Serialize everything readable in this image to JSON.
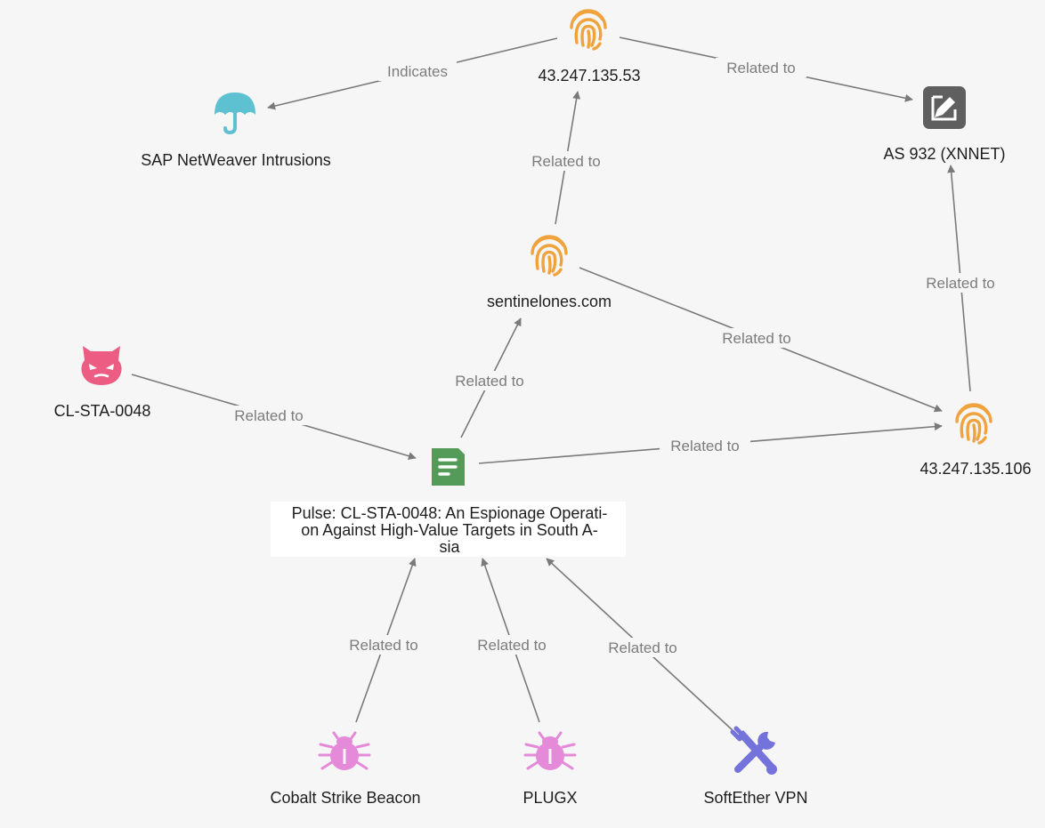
{
  "colors": {
    "edge": "#7a7a7a",
    "ip": "#f0a23c",
    "domain": "#f0a23c",
    "campaign": "#5ec1d1",
    "asn": "#5f5f5f",
    "actor": "#ec5c83",
    "pulse": "#549a58",
    "malware": "#e48ad9",
    "tool": "#7472db"
  },
  "nodes": {
    "ip1": {
      "label": "43.247.135.53",
      "icon": "fingerprint-icon"
    },
    "sap": {
      "label": "SAP NetWeaver Intrusions",
      "icon": "umbrella-icon"
    },
    "asn": {
      "label": "AS 932 (XNNET)",
      "icon": "edit-square-icon"
    },
    "domain": {
      "label": "sentinelones.com",
      "icon": "fingerprint-icon"
    },
    "actor": {
      "label": "CL-STA-0048",
      "icon": "devil-face-icon"
    },
    "ip2": {
      "label": "43.247.135.106",
      "icon": "fingerprint-icon"
    },
    "pulse": {
      "label_lines": [
        "Pulse: CL-STA-0048: An Espionage Operati-",
        "on Against High-Value Targets in South A-",
        "sia"
      ],
      "icon": "document-icon"
    },
    "cobalt": {
      "label": "Cobalt Strike Beacon",
      "icon": "bug-icon"
    },
    "plugx": {
      "label": "PLUGX",
      "icon": "bug-icon"
    },
    "softether": {
      "label": "SoftEther VPN",
      "icon": "tools-icon"
    }
  },
  "edges": [
    {
      "from": "ip1",
      "to": "sap",
      "label": "Indicates"
    },
    {
      "from": "ip1",
      "to": "asn",
      "label": "Related to"
    },
    {
      "from": "domain",
      "to": "ip1",
      "label": "Related to"
    },
    {
      "from": "ip2",
      "to": "asn",
      "label": "Related to"
    },
    {
      "from": "domain",
      "to": "ip2",
      "label": "Related to"
    },
    {
      "from": "pulse",
      "to": "domain",
      "label": "Related to"
    },
    {
      "from": "actor",
      "to": "pulse",
      "label": "Related to"
    },
    {
      "from": "pulse",
      "to": "ip2",
      "label": "Related to"
    },
    {
      "from": "cobalt",
      "to": "pulse",
      "label": "Related to"
    },
    {
      "from": "plugx",
      "to": "pulse",
      "label": "Related to"
    },
    {
      "from": "softether",
      "to": "pulse",
      "label": "Related to"
    }
  ]
}
